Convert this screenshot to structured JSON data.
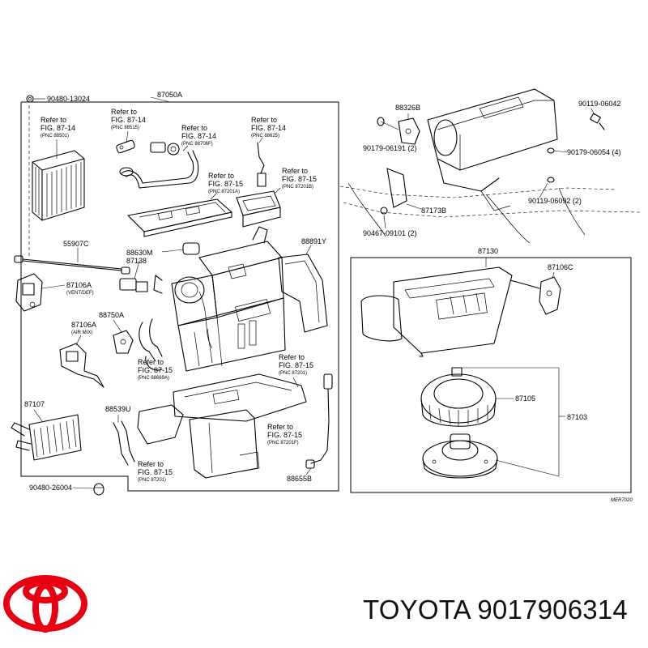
{
  "diagram": {
    "main_assembly": "87050A",
    "blower_assembly": "87130",
    "drawing_code": "MER7020",
    "labels": {
      "c_90480_13024": "90480-13024",
      "c_88326b": "88326B",
      "c_90119_06042": "90119-06042",
      "c_90179_06191": "90179-06191 (2)",
      "c_90179_06054": "90179-06054 (4)",
      "c_90119_06092": "90119-06092 (2)",
      "c_87173b": "87173B",
      "c_90467_09101": "90467-09101 (2)",
      "c_55907c": "55907C",
      "c_88630m": "88630M",
      "c_87138": "87138",
      "c_88891y": "88891Y",
      "c_87106a_vent": "87106A",
      "c_87106a_vent_sub": "(VENT/DEF)",
      "c_88750a": "88750A",
      "c_87106a_air": "87106A",
      "c_87106a_air_sub": "(AIR MIX)",
      "c_87107": "87107",
      "c_88539u": "88539U",
      "c_90480_26004": "90480-26004",
      "c_88655b": "88655B",
      "c_87106c": "87106C",
      "c_87105": "87105",
      "c_87103": "87103"
    },
    "refer_blocks": [
      {
        "l1": "Refer to",
        "l2": "FIG. 87-14",
        "l3": "(PNC 88501)"
      },
      {
        "l1": "Refer to",
        "l2": "FIG. 87-14",
        "l3": "(PNC 88515)"
      },
      {
        "l1": "Refer to",
        "l2": "FIG. 87-14",
        "l3": "(PNC 88706F)"
      },
      {
        "l1": "Refer to",
        "l2": "FIG. 87-14",
        "l3": "(PNC 88625)"
      },
      {
        "l1": "Refer to",
        "l2": "FIG. 87-15",
        "l3": "(PNC 87201A)"
      },
      {
        "l1": "Refer to",
        "l2": "FIG. 87-15",
        "l3": "(PNC 87201B)"
      },
      {
        "l1": "Refer to",
        "l2": "FIG. 87-15",
        "l3": "(PNC 88669A)"
      },
      {
        "l1": "Refer to",
        "l2": "FIG. 87-15",
        "l3": "(PNC 87201)"
      },
      {
        "l1": "Refer to",
        "l2": "FIG. 87-15",
        "l3": "(PNC 87201F)"
      },
      {
        "l1": "Refer to",
        "l2": "FIG. 87-15",
        "l3": "(PNC 87201)"
      }
    ]
  },
  "brand": {
    "text": "TOYOTA 9017906314",
    "logo_color": "#e60012"
  }
}
